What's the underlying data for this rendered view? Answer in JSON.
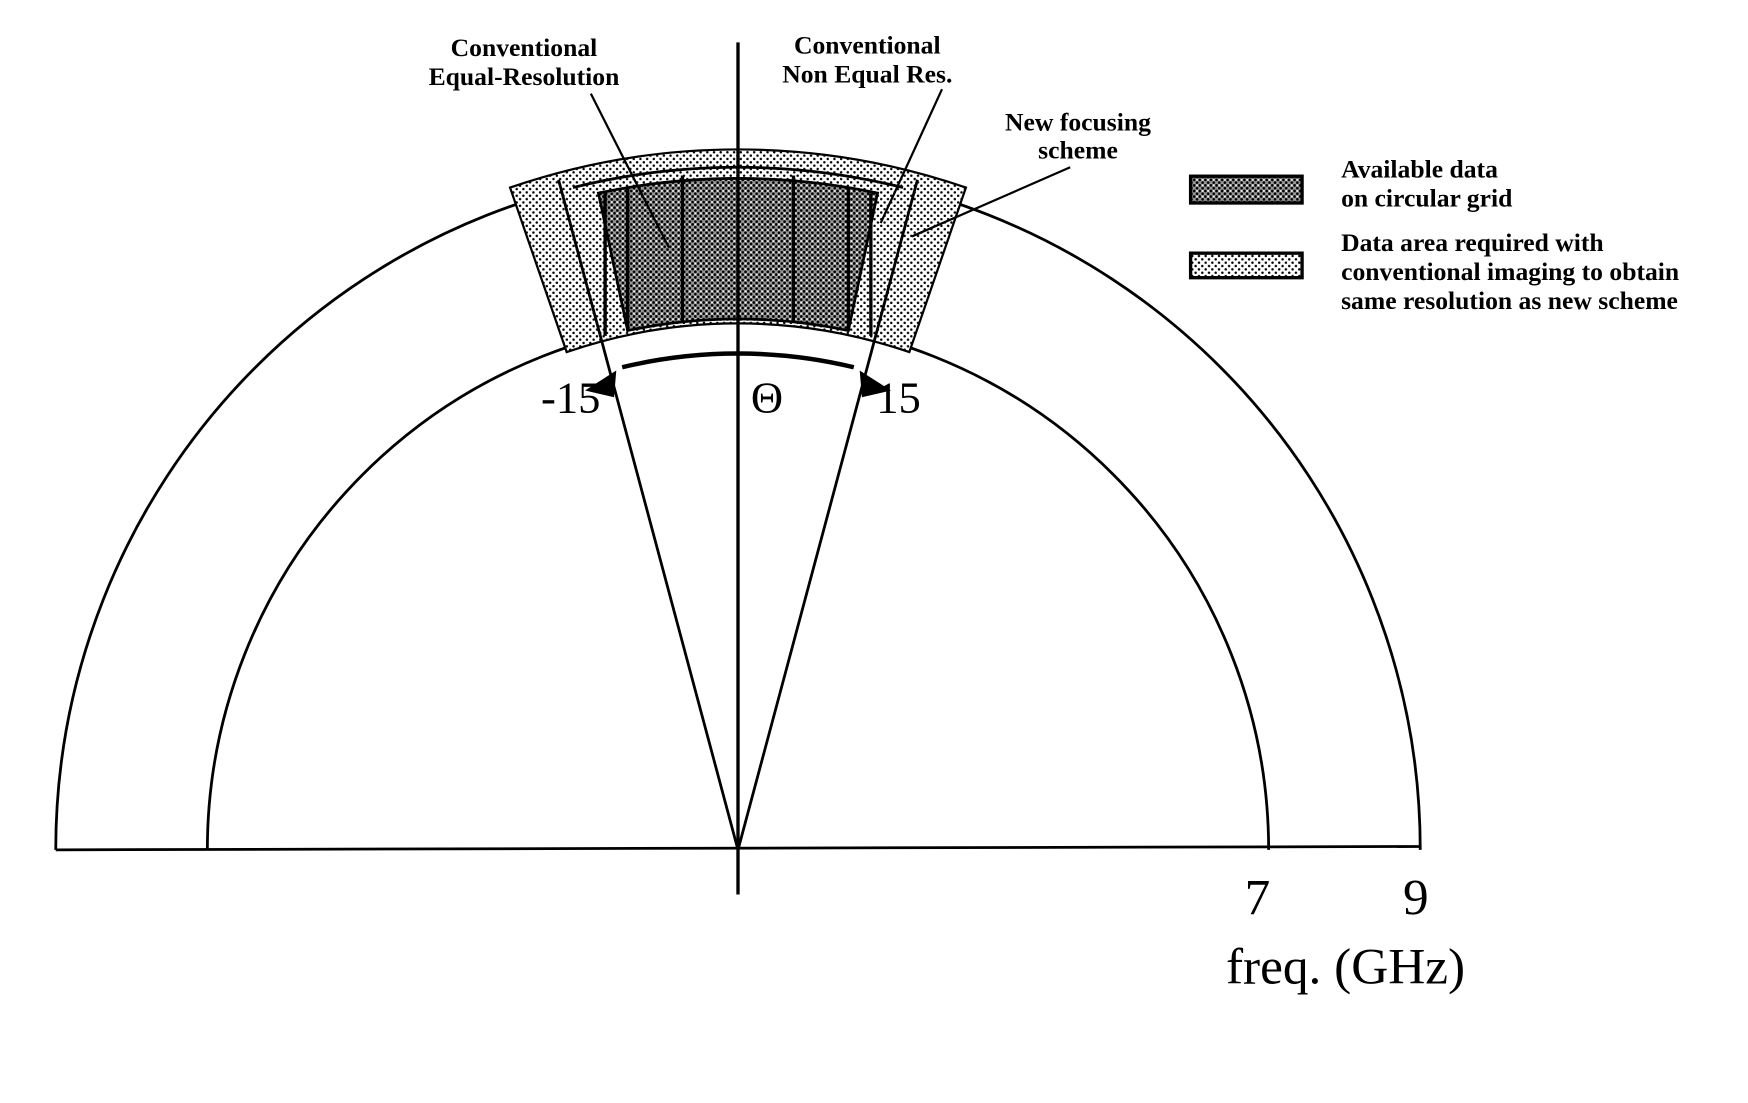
{
  "annotations": {
    "conv_equal": [
      "Conventional",
      "Equal-Resolution"
    ],
    "conv_non_equal": [
      "Conventional",
      "Non Equal Res."
    ],
    "new_scheme": [
      "New focusing",
      "scheme"
    ]
  },
  "angle": {
    "symbol": "Θ",
    "min_label": "-15",
    "max_label": "15",
    "min": -15,
    "max": 15
  },
  "freq_axis": {
    "ticks": [
      "7",
      "9"
    ],
    "tick_values": [
      7,
      9
    ],
    "label": "freq. (GHz)"
  },
  "legend": [
    {
      "lines": [
        "Available data",
        "on circular grid"
      ],
      "shade": "dense"
    },
    {
      "lines": [
        "Data area required with",
        "conventional imaging to obtain",
        "same resolution as new scheme"
      ],
      "shade": "light"
    }
  ]
}
